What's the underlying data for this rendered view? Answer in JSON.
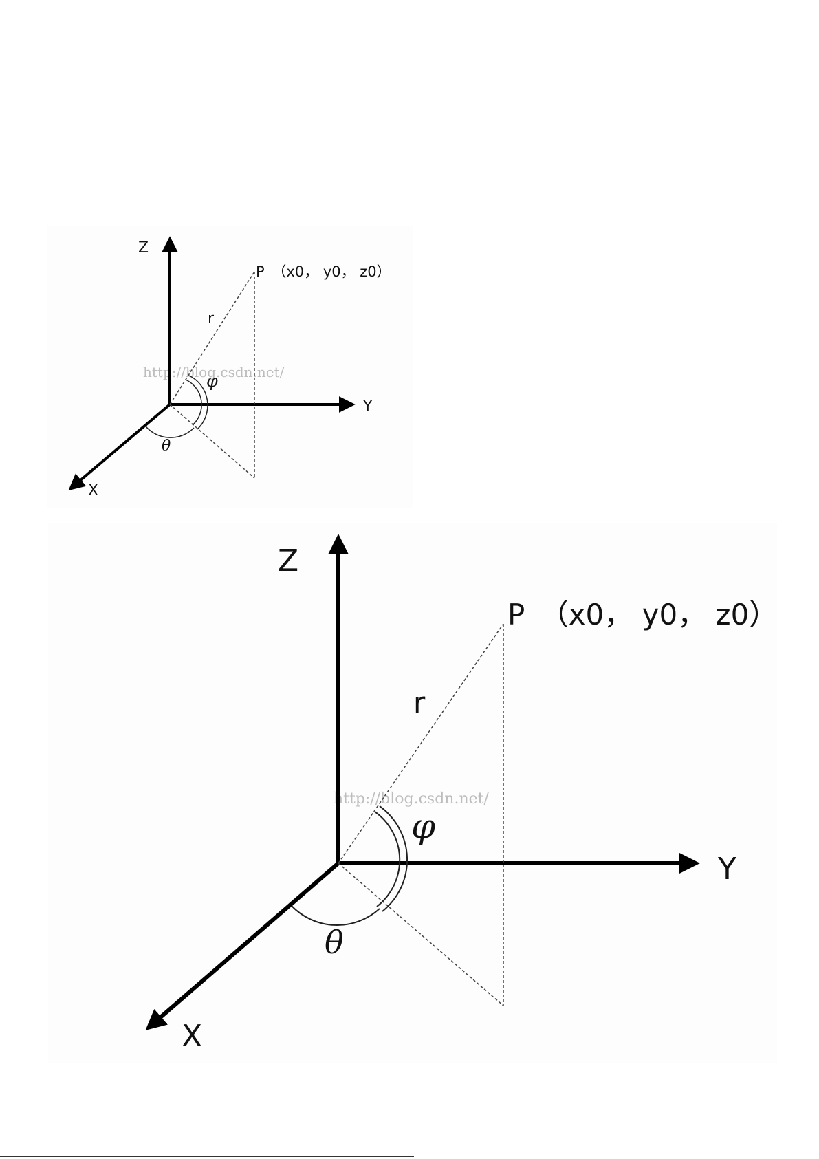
{
  "figures": [
    {
      "id": "small",
      "axes": {
        "z_label": "Z",
        "y_label": "Y",
        "x_label": "X"
      },
      "point": {
        "name": "P",
        "coords": "（x0， y0， z0）"
      },
      "radius_label": "r",
      "angle_elevation_label": "φ",
      "angle_azimuth_label": "θ",
      "watermark": "http://blog.csdn.net/"
    },
    {
      "id": "large",
      "axes": {
        "z_label": "Z",
        "y_label": "Y",
        "x_label": "X"
      },
      "point": {
        "name": "P",
        "coords": "（x0， y0， z0）"
      },
      "radius_label": "r",
      "angle_elevation_label": "φ",
      "angle_azimuth_label": "θ",
      "watermark": "http://blog.csdn.net/"
    }
  ],
  "colors": {
    "axis": "#000000",
    "guide": "#444444",
    "watermark": "#bdbdbd",
    "background": "#ffffff"
  }
}
